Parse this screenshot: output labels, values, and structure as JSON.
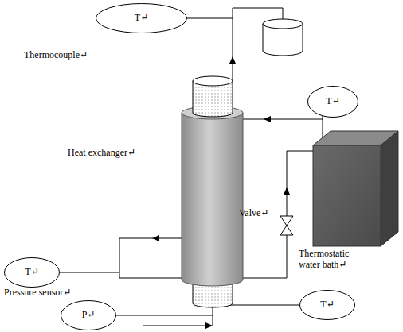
{
  "diagram": {
    "nodes": [
      {
        "text": [
          "T↵"
        ]
      },
      {
        "text": [
          "T↵"
        ]
      },
      {
        "text": [
          "T↵"
        ]
      },
      {
        "text": [
          "T↵"
        ]
      },
      {
        "text": [
          "P↵"
        ]
      }
    ],
    "labels": [
      "Thermocouple↵",
      "Heat exchanger↵",
      "Valve↵",
      "Thermostatic water bath↵",
      "Pressure sensor↵"
    ]
  }
}
